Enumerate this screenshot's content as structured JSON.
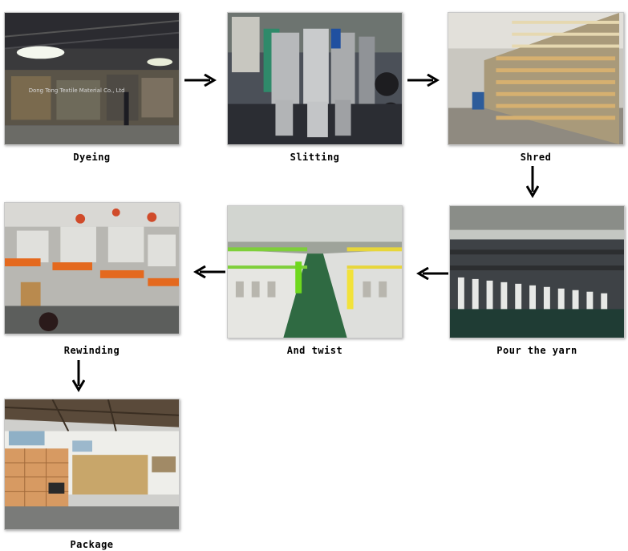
{
  "steps": [
    {
      "id": "dyeing",
      "label": "Dyeing",
      "photo": "dyeing-factory-photo"
    },
    {
      "id": "slitting",
      "label": "Slitting",
      "photo": "slitting-machine-photo"
    },
    {
      "id": "shred",
      "label": "Shred",
      "photo": "shred-bobbin-rack-photo"
    },
    {
      "id": "pour-the-yarn",
      "label": "Pour the yarn",
      "photo": "pour-yarn-machine-photo"
    },
    {
      "id": "and-twist",
      "label": "And twist",
      "photo": "twisting-machine-photo"
    },
    {
      "id": "rewinding",
      "label": "Rewinding",
      "photo": "rewinding-machine-photo"
    },
    {
      "id": "package",
      "label": "Package",
      "photo": "package-warehouse-photo"
    }
  ],
  "photo_watermark": "Dong Tong Textile Material Co., Ltd",
  "arrows": [
    "right-arrow-icon",
    "right-arrow-icon",
    "down-arrow-icon",
    "left-arrow-icon",
    "left-arrow-icon",
    "down-arrow-icon"
  ]
}
